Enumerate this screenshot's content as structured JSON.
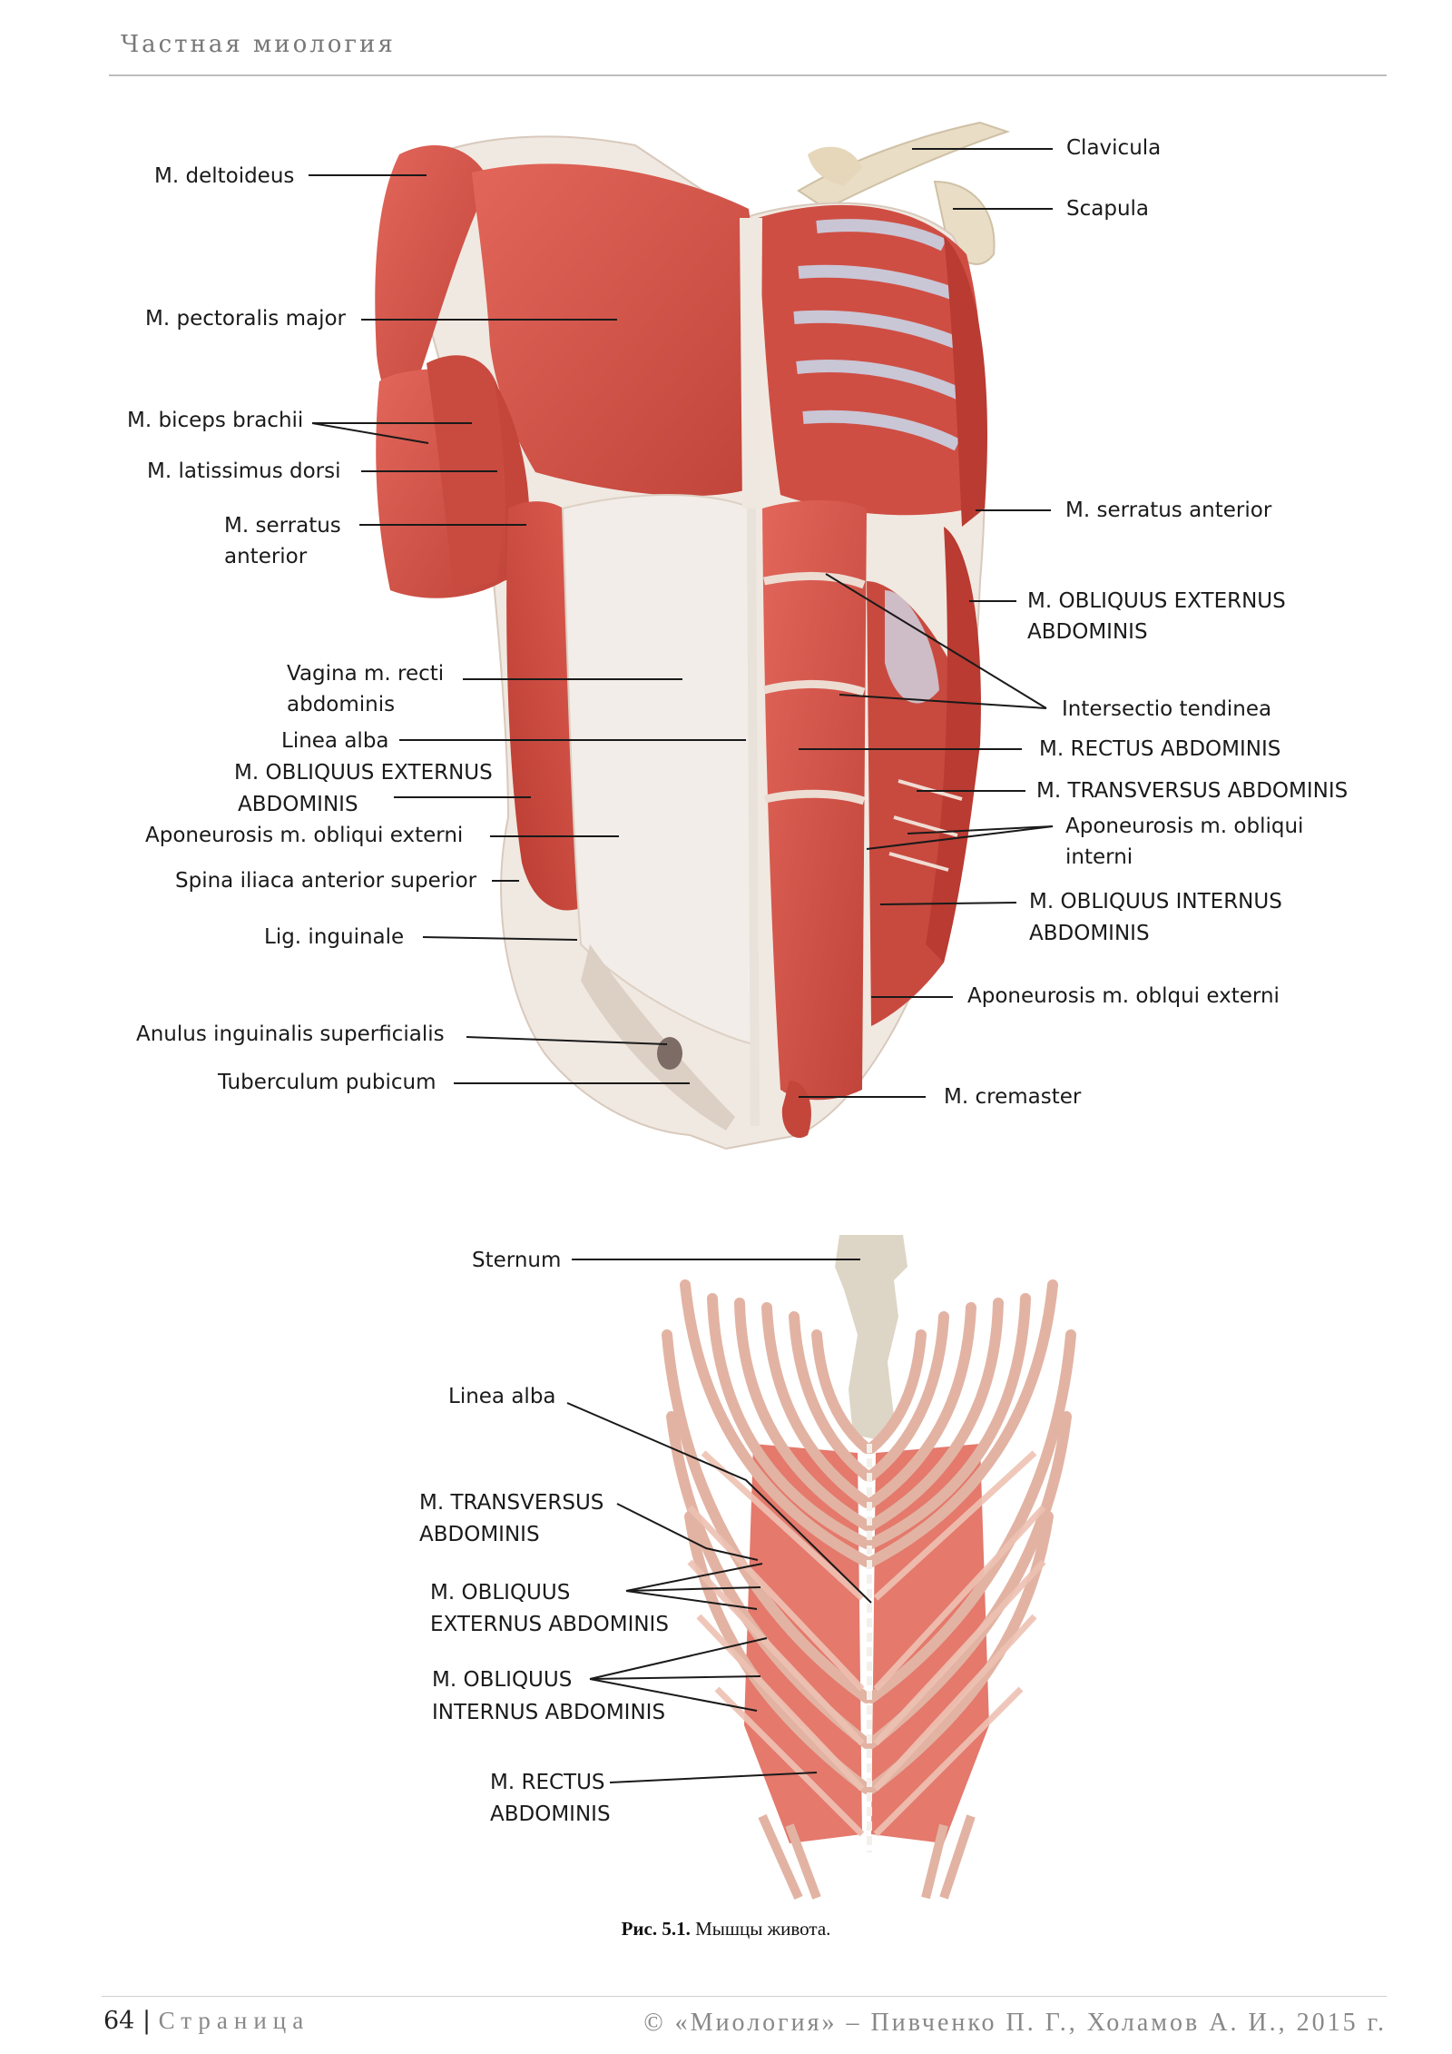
{
  "running_head": "Частная миология",
  "figure_top": {
    "labels_left": {
      "deltoideus": "M. deltoideus",
      "pectoralis": "M. pectoralis major",
      "biceps": "M. biceps brachii",
      "latissimus": "M. latissimus dorsi",
      "serratus_l1": "M. serratus",
      "serratus_l2": "anterior",
      "vagina_l1": "Vagina m. recti",
      "vagina_l2": "abdominis",
      "linea_alba": "Linea alba",
      "obl_ext_l1": "M. OBLIQUUS EXTERNUS",
      "obl_ext_l2": "ABDOMINIS",
      "aponeurosis_ext": "Aponeurosis m. obliqui externi",
      "spina": "Spina iliaca anterior superior",
      "lig_ing": "Lig. inguinale",
      "anulus": "Anulus inguinalis superficialis",
      "tuberculum": "Tuberculum pubicum"
    },
    "labels_right": {
      "clavicula": "Clavicula",
      "scapula": "Scapula",
      "serratus": "M. serratus anterior",
      "obl_ext_l1": "M. OBLIQUUS EXTERNUS",
      "obl_ext_l2": "ABDOMINIS",
      "intersectio": "Intersectio tendinea",
      "rectus": "M. RECTUS ABDOMINIS",
      "transversus": "M. TRANSVERSUS ABDOMINIS",
      "apon_int_l1": "Aponeurosis m. obliqui",
      "apon_int_l2": "interni",
      "obl_int_l1": "M. OBLIQUUS INTERNUS",
      "obl_int_l2": "ABDOMINIS",
      "apon_ext": "Aponeurosis m. oblqui externi",
      "cremaster": "M. cremaster"
    }
  },
  "figure_bottom": {
    "sternum": "Sternum",
    "linea_alba": "Linea alba",
    "transversus_l1": "M. TRANSVERSUS",
    "transversus_l2": "ABDOMINIS",
    "obl_ext_l1": "M. OBLIQUUS",
    "obl_ext_l2": "EXTERNUS ABDOMINIS",
    "obl_int_l1": "M. OBLIQUUS",
    "obl_int_l2": "INTERNUS ABDOMINIS",
    "rectus_l1": "M. RECTUS",
    "rectus_l2": "ABDOMINIS"
  },
  "caption": {
    "label": "Рис. 5.1.",
    "text": " Мышцы живота."
  },
  "footer": {
    "page_number": "64",
    "separator": " | ",
    "page_word": "Страница",
    "copyright": "© «Миология» – Пивченко П. Г., Холамов А. И., 2015 г."
  },
  "colors": {
    "muscle": "#d9564a",
    "muscle_dark": "#b8382f",
    "fascia": "#f1ece6",
    "bone": "#e8dcc4",
    "rib": "#e3b4a4",
    "text_gray": "#888888"
  }
}
